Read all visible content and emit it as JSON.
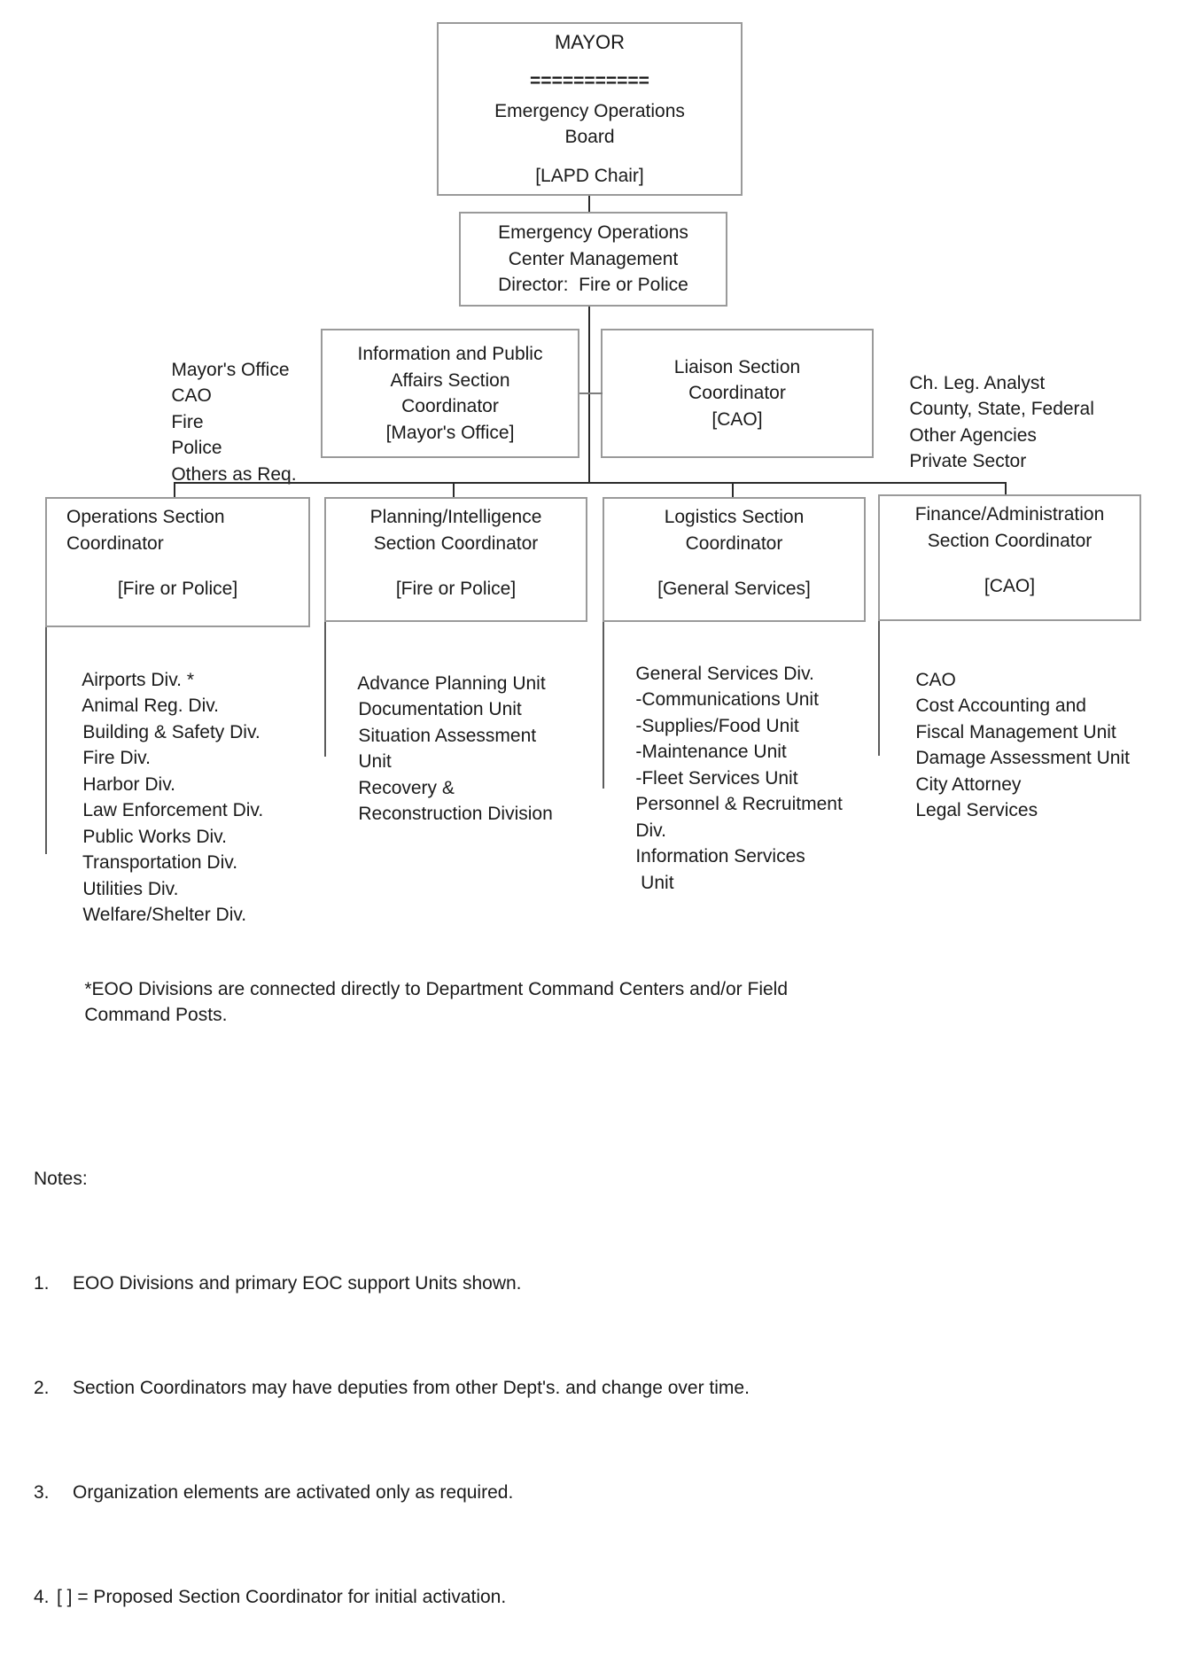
{
  "title": "City Emergency Operations Organization Chart",
  "nodes": {
    "mayor": {
      "lines": [
        "MAYOR",
        "===========",
        "Emergency Operations",
        "Board",
        "[LAPD Chair]"
      ]
    },
    "eoc": {
      "lines": [
        "Emergency Operations",
        "Center Management",
        "Director:  Fire or Police"
      ]
    },
    "info_affairs": {
      "lines": [
        "Information and Public",
        "Affairs Section",
        "Coordinator",
        "[Mayor's Office]"
      ]
    },
    "liaison": {
      "lines": [
        "Liaison Section",
        "Coordinator",
        "[CAO]"
      ]
    },
    "left_note": {
      "lines": [
        "Mayor's Office",
        "CAO",
        "Fire",
        "Police",
        "Others as Req."
      ]
    },
    "right_note": {
      "lines": [
        "Ch. Leg. Analyst",
        "County, State, Federal",
        "Other Agencies",
        "Private Sector"
      ]
    },
    "operations": {
      "title_lines": [
        "Operations Section",
        "Coordinator"
      ],
      "agency": "[Fire or Police]",
      "items": [
        "Airports Div. *",
        "Animal Reg. Div.",
        "Building & Safety Div.",
        "Fire Div.",
        "Harbor Div.",
        "Law Enforcement Div.",
        "Public Works Div.",
        "Transportation Div.",
        "Utilities Div.",
        "Welfare/Shelter Div."
      ]
    },
    "planning": {
      "title_lines": [
        "Planning/Intelligence",
        "Section Coordinator"
      ],
      "agency": "[Fire or Police]",
      "items": [
        "Advance Planning Unit",
        "Documentation Unit",
        "Situation Assessment",
        "Unit",
        "Recovery &",
        "Reconstruction Division"
      ]
    },
    "logistics": {
      "title_lines": [
        "Logistics Section",
        "Coordinator"
      ],
      "agency": "[General Services]",
      "items": [
        "General Services Div.",
        "-Communications Unit",
        "-Supplies/Food Unit",
        "-Maintenance Unit",
        "-Fleet Services Unit",
        "Personnel & Recruitment",
        "Div.",
        "Information Services",
        " Unit"
      ]
    },
    "finance": {
      "title_lines": [
        "Finance/Administration",
        "Section Coordinator"
      ],
      "agency": "[CAO]",
      "items": [
        "CAO",
        "Cost Accounting and",
        "Fiscal Management Unit",
        "Damage Assessment Unit",
        "City Attorney",
        "Legal Services"
      ]
    }
  },
  "footnote": {
    "line1": "*EOO Divisions are connected directly to Department Command Centers and/or Field",
    "line2": "Command Posts."
  },
  "notes": {
    "heading": "Notes:",
    "items": [
      {
        "num": "1.",
        "text": "EOO Divisions and primary EOC support Units shown."
      },
      {
        "num": "2.",
        "text": "Section Coordinators may have deputies from other Dept's. and change over time."
      },
      {
        "num": "3.",
        "text": "Organization elements are activated only as required."
      },
      {
        "num": "4.",
        "text": "[ ] = Proposed Section Coordinator for initial activation."
      }
    ]
  },
  "colors": {
    "box_border": "#9a9a9a",
    "connector": "#2b2b2b",
    "text": "#1a1a1a",
    "background": "#ffffff"
  }
}
